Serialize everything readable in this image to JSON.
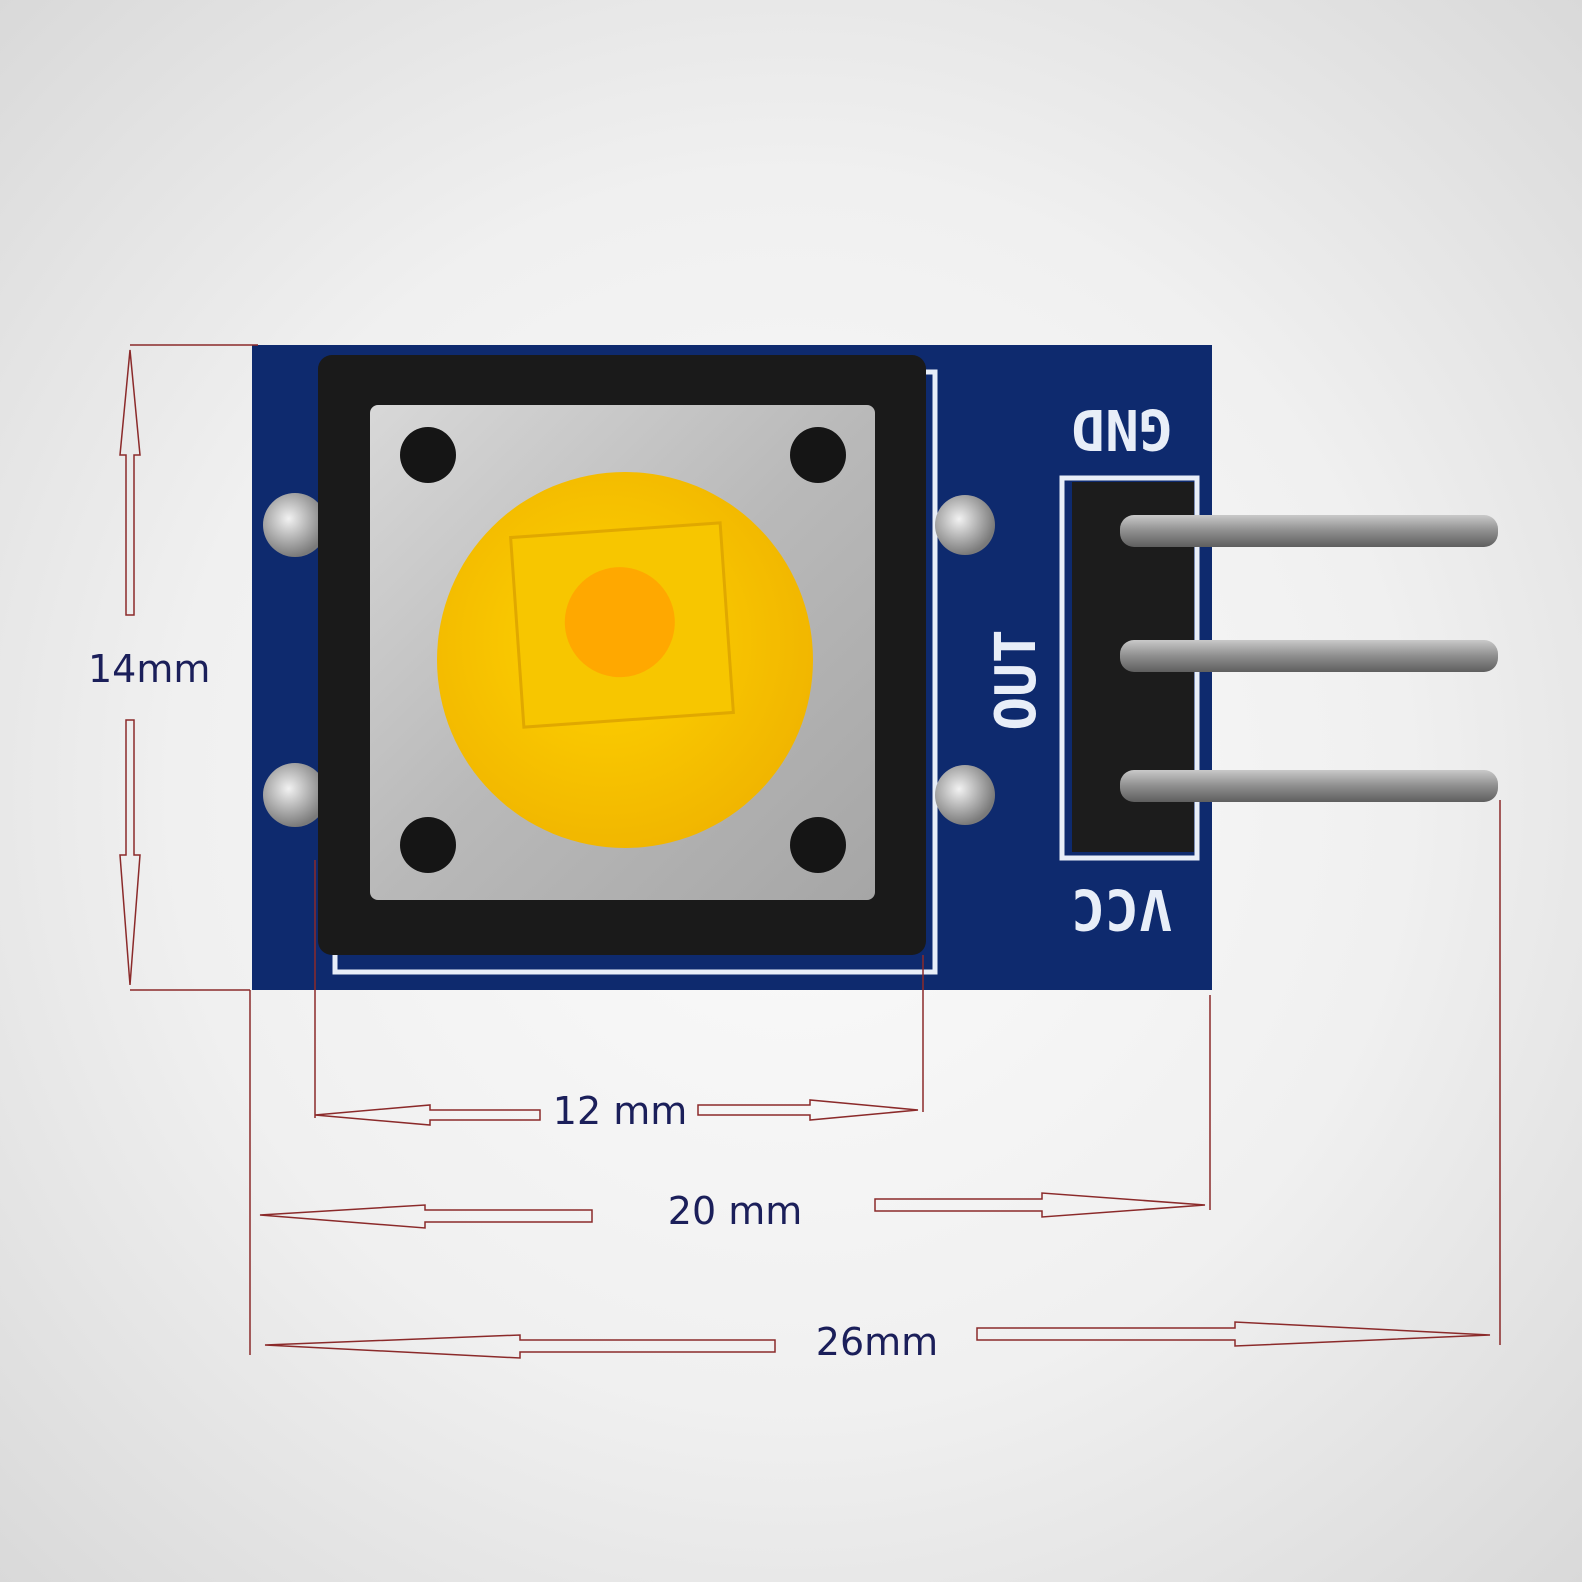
{
  "pcb_labels": {
    "gnd": "GND",
    "out": "OUT",
    "vcc": "VCC"
  },
  "dimensions": {
    "height": "14mm",
    "button_width": "12 mm",
    "board_width": "20 mm",
    "total_width": "26mm"
  },
  "colors": {
    "pcb": "#0e2a6e",
    "button_cap": "#f5b800",
    "dimension_line": "#8b2a2a",
    "dimension_text": "#1b1f5a"
  }
}
